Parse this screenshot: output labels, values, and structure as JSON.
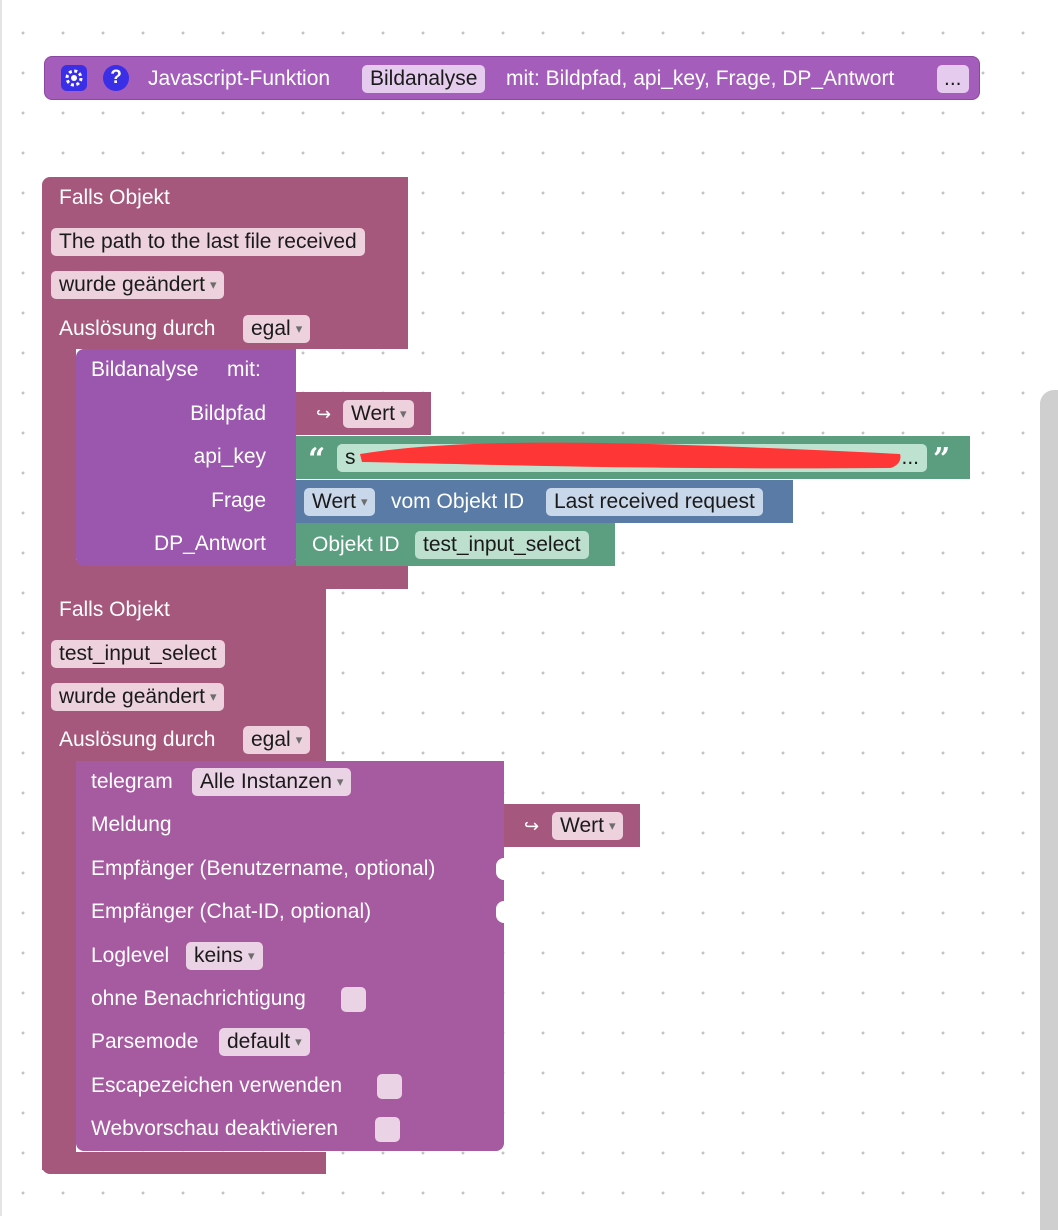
{
  "function_block": {
    "label": "Javascript-Funktion",
    "name": "Bildanalyse",
    "params_text": "mit: Bildpfad, api_key, Frage, DP_Antwort",
    "more_label": "...",
    "gear_icon": "gear-icon",
    "help_icon": "help-icon",
    "help_glyph": "?"
  },
  "trigger1": {
    "label": "Falls Objekt",
    "object": "The path to the last file received",
    "condition": "wurde geändert",
    "trigger_label": "Auslösung durch",
    "trigger_value": "egal"
  },
  "call": {
    "title": "Bildanalyse",
    "with": "mit:",
    "params": [
      "Bildpfad",
      "api_key",
      "Frage",
      "DP_Antwort"
    ],
    "bildpfad_value": "Wert",
    "return_glyph": "↪",
    "api_key_visible_start": "s",
    "api_key_visible_end": "...",
    "quote_open": "“",
    "quote_close": "”",
    "frage_value": "Wert",
    "frage_from": "vom Objekt ID",
    "frage_object": "Last received request",
    "dp_label": "Objekt ID",
    "dp_object": "test_input_select"
  },
  "trigger2": {
    "label": "Falls Objekt",
    "object": "test_input_select",
    "condition": "wurde geändert",
    "trigger_label": "Auslösung durch",
    "trigger_value": "egal"
  },
  "telegram": {
    "label": "telegram",
    "instance": "Alle Instanzen",
    "message_label": "Meldung",
    "message_value": "Wert",
    "recipient_user": "Empfänger (Benutzername, optional)",
    "recipient_chat": "Empfänger (Chat-ID, optional)",
    "loglevel_label": "Loglevel",
    "loglevel_value": "keins",
    "silent_label": "ohne Benachrichtigung",
    "parsemode_label": "Parsemode",
    "parsemode_value": "default",
    "escape_label": "Escapezeichen verwenden",
    "preview_label": "Webvorschau deaktivieren"
  },
  "colors": {
    "function": "#a45dbb",
    "trigger": "#a5587c",
    "call": "#9a57ad",
    "string": "#5a9d7f",
    "getter": "#597ba6",
    "telegram": "#a65aa0",
    "redaction": "#ff3636"
  }
}
